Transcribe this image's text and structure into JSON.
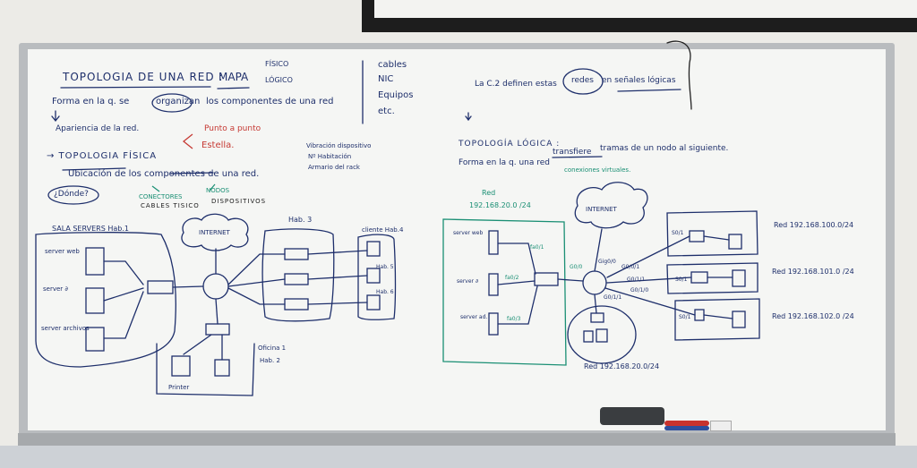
{
  "colors": {
    "navy": "#1e2f6b",
    "red": "#c63a34",
    "teal": "#1a8f74",
    "board": "#f5f6f4"
  },
  "left": {
    "title": "TOPOLOGIA DE UNA RED :",
    "mapa": "MAPA",
    "fisico": "FÍSICO",
    "logico": "LÓGICO",
    "line1": "Forma en la q. se",
    "organizan": "organizan",
    "line1b": "los componentes de una red",
    "apariencia": "Apariencia de la red.",
    "topo_fisica": "→ TOPOLOGIA FÍSICA",
    "punto": "Punto a punto",
    "estrella": "Estella.",
    "ubicacion": "Ubicación",
    "ubicacion_rest": "de los componentes de una red.",
    "donde": "¿Dónde?",
    "conectores": "CONECTORES",
    "cables": "CABLES TISICO",
    "nodos": "NODOS",
    "dispositivos": "DISPOSITIVOS",
    "vibracion": "Vibración dispositivo",
    "habitacion": "Nº Habitación",
    "armario": "Armario del rack",
    "list_nic": [
      "cables",
      "NIC",
      "Equipos",
      "etc."
    ]
  },
  "diagram_left": {
    "sala": "SALA SERVERS Hab.1",
    "server_web": "server web",
    "server_d": "server ∂",
    "server_archivos": "server archivos",
    "internet": "INTERNET",
    "hab3": "Hab. 3",
    "cliente_hab4": "cliente Hab.4",
    "hab5": "Hab. 5",
    "hab6": "Hab. 6",
    "oficina": "Oficina 1",
    "hab2": "Hab. 2",
    "printer": "Printer"
  },
  "right": {
    "title_line": "La C.2 definen estas",
    "redes": "redes",
    "title_line2": "en señales lógicas",
    "topo_logica": "TOPOLOGÍA LÓGICA :",
    "forma": "Forma en la q. una red",
    "transfiere": "transfiere",
    "forma_rest": "tramas de un nodo al siguiente.",
    "conexiones": "conexiones virtuales.",
    "red_label": "Red",
    "red_ip": "192.168.20.0 /24",
    "internet": "INTERNET",
    "server_web": "server web",
    "server_d": "server ∂",
    "server_ad": "server ad.",
    "f01": "fa0/1",
    "f02": "fa0/2",
    "f03": "fa0/3",
    "g00": "G0/0",
    "gig": "Gig0/0",
    "g01": "G0/0/1",
    "g011": "G0/1/1",
    "g010": "G0/1/0",
    "g1": "G0/1/1",
    "red_bottom": "Red 192.168.20.0/24",
    "s01": "S0/1",
    "s02": "S0/1",
    "s03": "S0/1",
    "red_100": "Red 192.168.100.0/24",
    "red_101": "Red 192.168.101.0 /24",
    "red_102": "Red 192.168.102.0 /24"
  }
}
